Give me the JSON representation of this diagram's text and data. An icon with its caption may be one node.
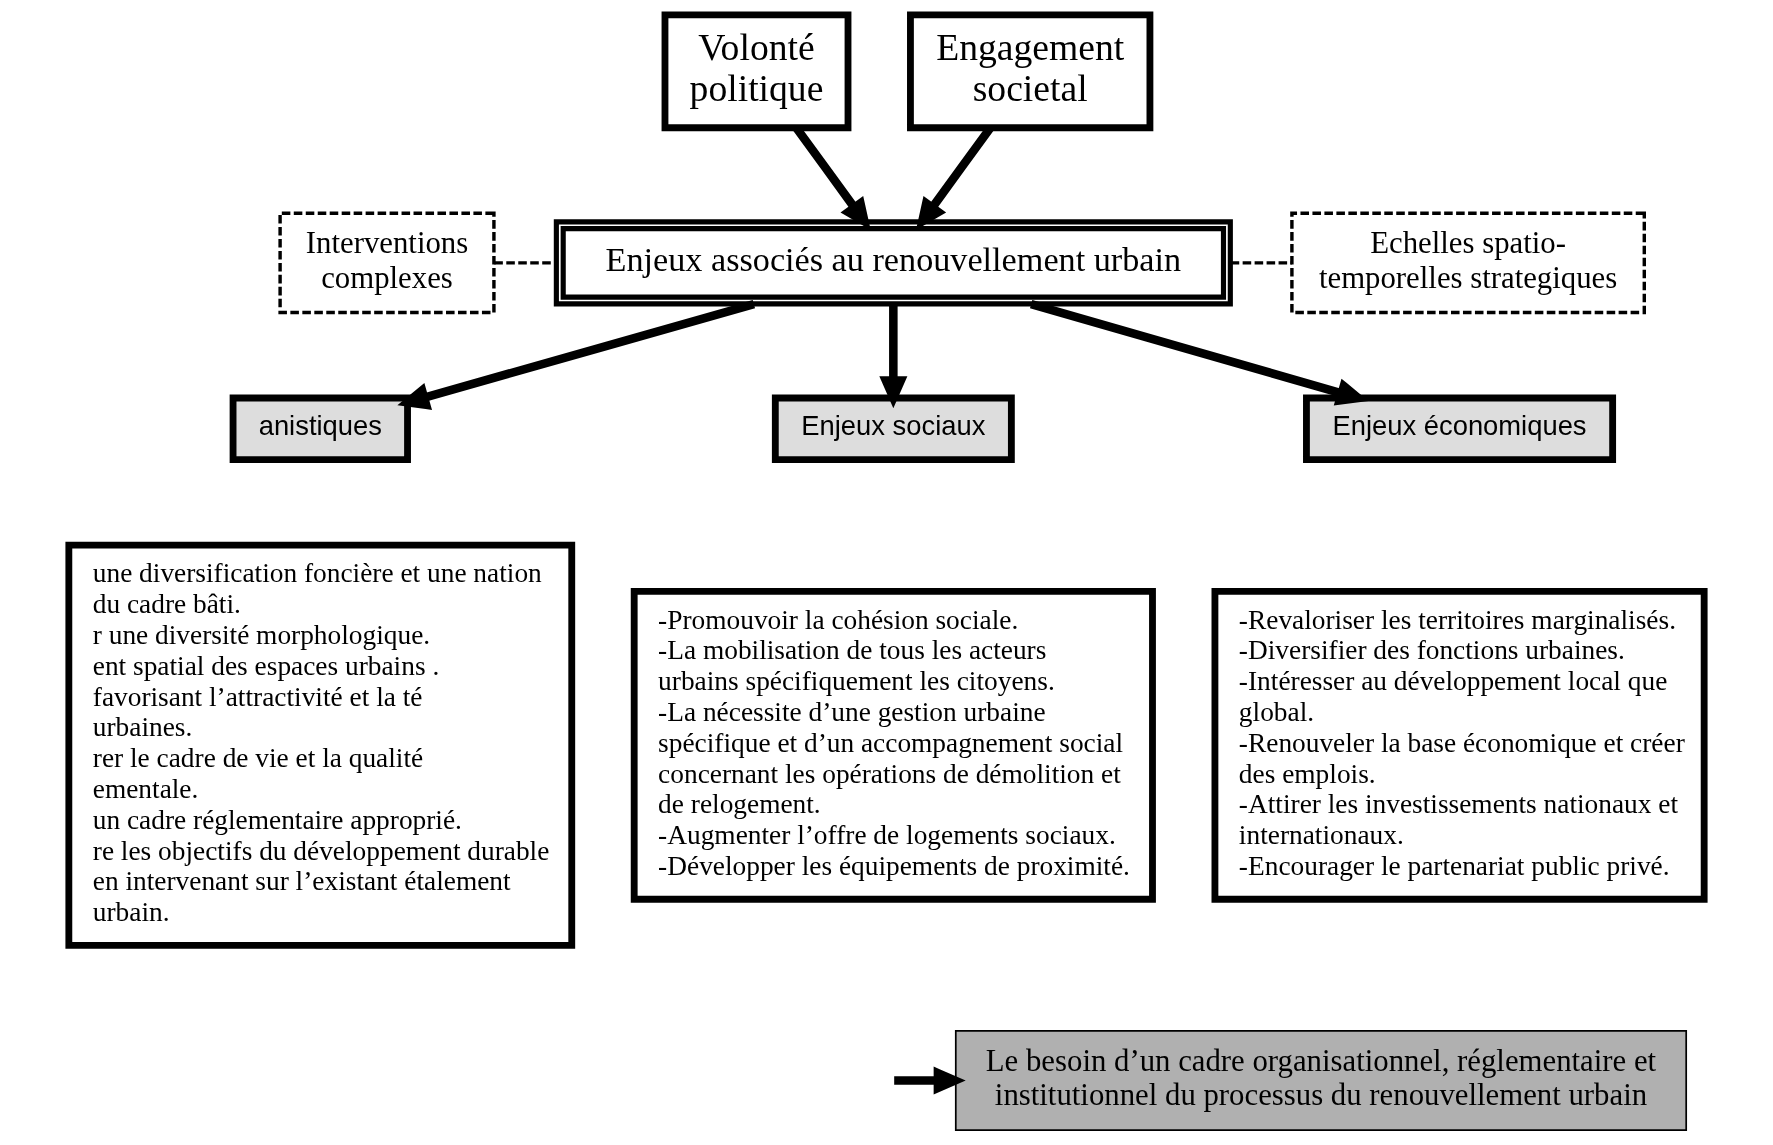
{
  "diagram": {
    "nodes": [
      {
        "text": [
          "Volonté politique"
        ]
      },
      {
        "text": [
          "Engagement societal"
        ]
      },
      {
        "text": [
          "Interventions complexes"
        ]
      },
      {
        "text": [
          "Echelles spatio- temporelles strategiques"
        ]
      },
      {
        "text": [
          "Enjeux associés au renouvellement urbain"
        ]
      },
      {
        "text": [
          "anistiques"
        ]
      },
      {
        "text": [
          "une diversification foncière et une nation du cadre bâti.",
          "r une diversité morphologique.",
          "ent spatial des espaces urbains .",
          "favorisant l’attractivité et la té urbaines.",
          "rer le cadre de vie et la qualité ementale.",
          "un cadre réglementaire approprié.",
          "re les objectifs du développement durable en intervenant sur l’existant étalement urbain."
        ]
      },
      {
        "text": [
          "Enjeux sociaux"
        ]
      },
      {
        "text": [
          "-Promouvoir la cohésion sociale.",
          "-La mobilisation de tous les acteurs urbains spécifiquement les citoyens.",
          "-La nécessite d’une gestion urbaine spécifique et d’un accompagnement social concernant les opérations de démolition et de relogement.",
          "-Augmenter l’offre de logements sociaux.",
          "-Développer les équipements de proximité."
        ]
      },
      {
        "text": [
          "Enjeux économiques"
        ]
      },
      {
        "text": [
          "-Revaloriser les territoires marginalisés.",
          "-Diversifier des fonctions urbaines.",
          "-Intéresser au développement local que global.",
          "-Renouveler la base économique et créer des emplois.",
          "-Attirer les investissements nationaux et internationaux.",
          "-Encourager le partenariat public privé."
        ]
      },
      {
        "text": [
          "Le besoin d’un cadre organisationnel, réglementaire et institutionnel du processus du renouvellement urbain"
        ]
      }
    ],
    "edges": [
      {
        "from": 0,
        "to": 4,
        "arrow": "to"
      },
      {
        "from": 1,
        "to": 4,
        "arrow": "to"
      },
      {
        "from": 2,
        "to": 4,
        "arrow": "none",
        "style": "dashed"
      },
      {
        "from": 3,
        "to": 4,
        "arrow": "none",
        "style": "dashed"
      },
      {
        "from": 4,
        "to": 5,
        "arrow": "to"
      },
      {
        "from": 4,
        "to": 7,
        "arrow": "to"
      },
      {
        "from": 4,
        "to": 9,
        "arrow": "to"
      },
      {
        "from": null,
        "to": 11,
        "arrow": "to"
      }
    ]
  }
}
